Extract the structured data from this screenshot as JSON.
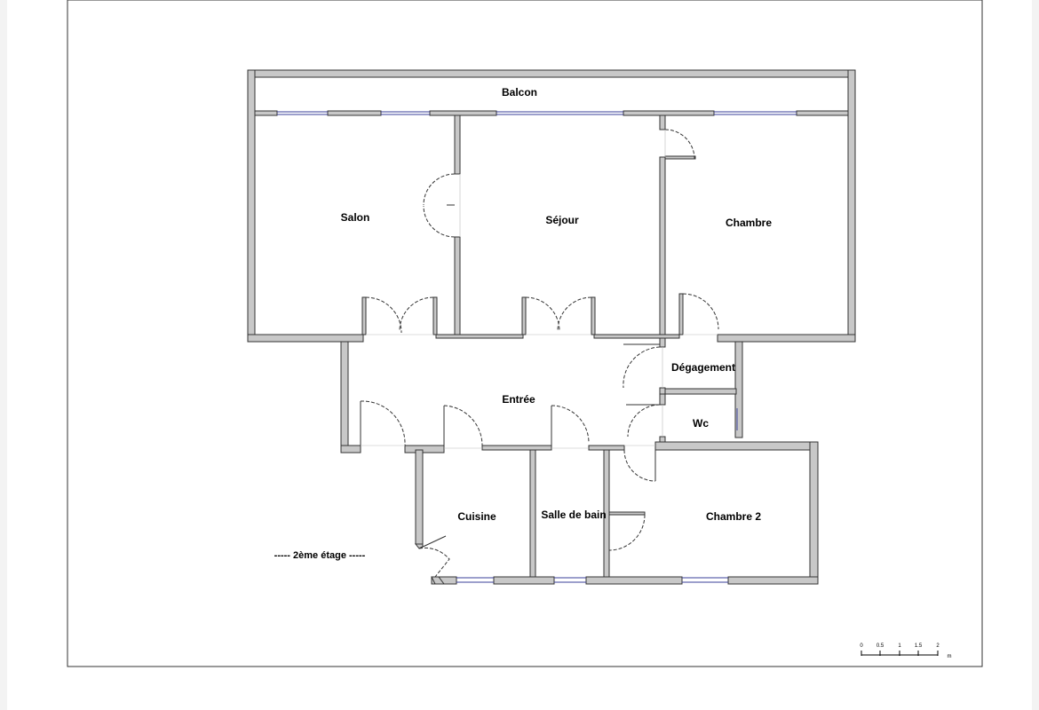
{
  "plan": {
    "floor_label": "----- 2ème étage -----",
    "rooms": {
      "balcon": "Balcon",
      "salon": "Salon",
      "sejour": "Séjour",
      "chambre": "Chambre",
      "degagement": "Dégagement",
      "entree": "Entrée",
      "wc": "Wc",
      "cuisine": "Cuisine",
      "salle_de_bain": "Salle de bain",
      "chambre_2": "Chambre 2"
    },
    "scale": {
      "ticks": [
        "0",
        "0.5",
        "1",
        "1.5",
        "2"
      ],
      "unit": "m"
    }
  },
  "colors": {
    "wall_fill": "#c8c8c8",
    "wall_stroke": "#333333",
    "window": "#3a3f9a",
    "door": "#333333",
    "background": "#ffffff",
    "page": "#f3f3f3"
  }
}
